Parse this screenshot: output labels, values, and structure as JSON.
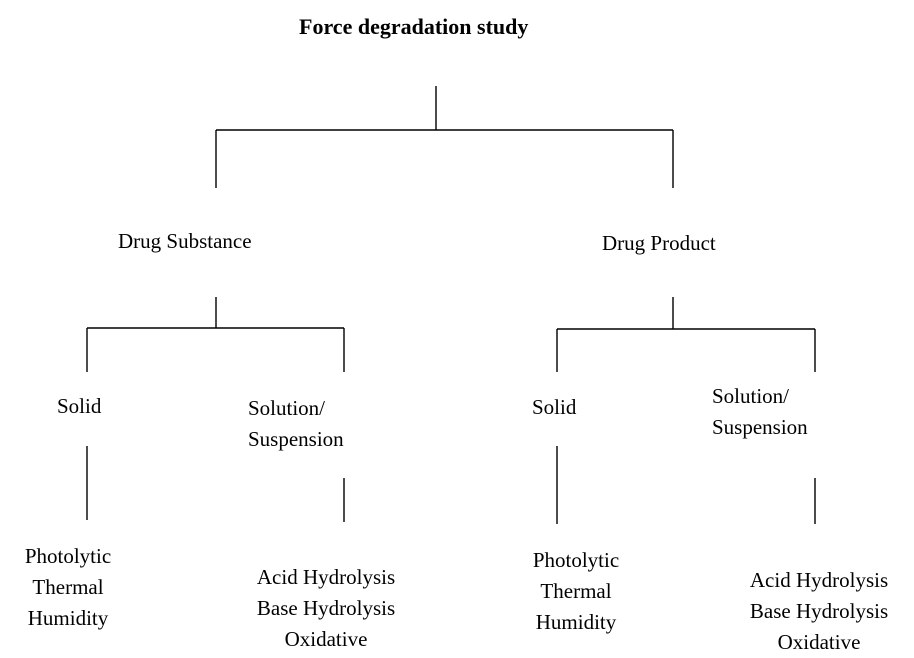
{
  "title": "Force degradation study",
  "branches": [
    {
      "label": "Drug Substance",
      "children": [
        {
          "label_lines": [
            "Solid"
          ],
          "tests": [
            "Photolytic",
            "Thermal",
            "Humidity"
          ]
        },
        {
          "label_lines": [
            "Solution/",
            "Suspension"
          ],
          "tests": [
            "Acid Hydrolysis",
            "Base Hydrolysis",
            "Oxidative"
          ]
        }
      ]
    },
    {
      "label": "Drug Product",
      "children": [
        {
          "label_lines": [
            "Solid"
          ],
          "tests": [
            "Photolytic",
            "Thermal",
            "Humidity"
          ]
        },
        {
          "label_lines": [
            "Solution/",
            "Suspension"
          ],
          "tests": [
            "Acid Hydrolysis",
            "Base Hydrolysis",
            "Oxidative"
          ]
        }
      ]
    }
  ]
}
